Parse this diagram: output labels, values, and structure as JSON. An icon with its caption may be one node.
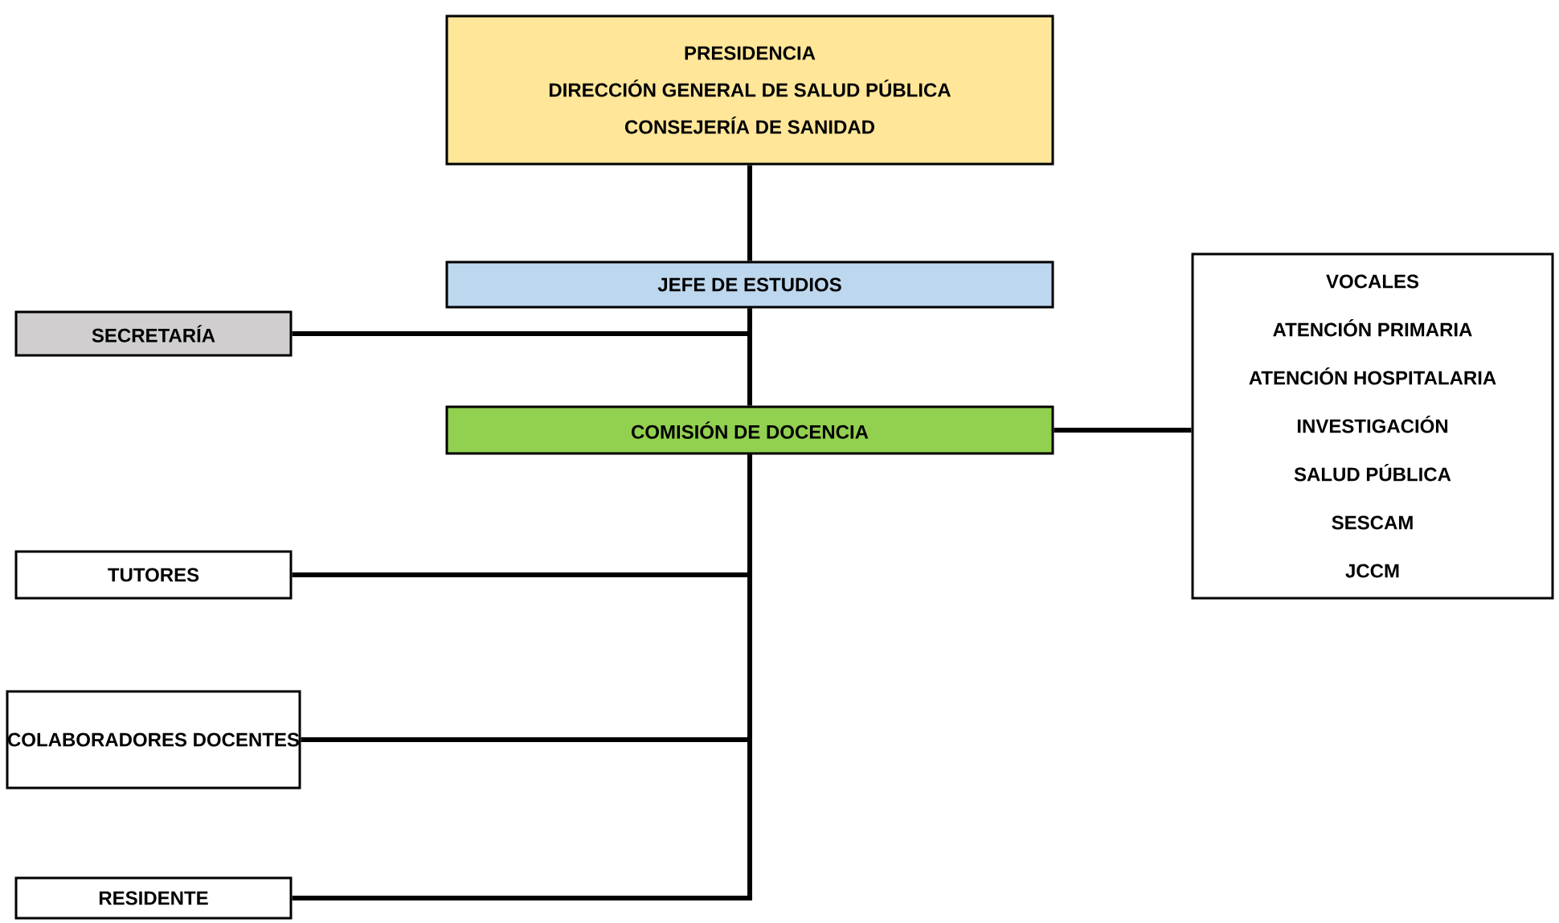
{
  "diagram": {
    "nodes": [
      {
        "text": [
          "PRESIDENCIA",
          "DIRECCIÓN GENERAL DE SALUD PÚBLICA",
          "CONSEJERÍA DE SANIDAD"
        ]
      },
      {
        "text": [
          "JEFE DE ESTUDIOS"
        ]
      },
      {
        "text": [
          "SECRETARÍA"
        ]
      },
      {
        "text": [
          "COMISIÓN DE DOCENCIA"
        ]
      },
      {
        "text": [
          "VOCALES",
          "ATENCIÓN PRIMARIA",
          "ATENCIÓN HOSPITALARIA",
          "INVESTIGACIÓN",
          "SALUD PÚBLICA",
          "SESCAM",
          "JCCM"
        ]
      },
      {
        "text": [
          "TUTORES"
        ]
      },
      {
        "text": [
          "COLABORADORES DOCENTES"
        ]
      },
      {
        "text": [
          "RESIDENTE"
        ]
      }
    ],
    "edges": [
      {
        "from": 0,
        "to": 1,
        "arrow": "none"
      },
      {
        "from": 1,
        "to": 3,
        "arrow": "none"
      },
      {
        "from": 1,
        "to": 2,
        "arrow": "none"
      },
      {
        "from": 3,
        "to": 4,
        "arrow": "none"
      },
      {
        "from": 3,
        "to": 5,
        "arrow": "none"
      },
      {
        "from": 3,
        "to": 6,
        "arrow": "none"
      },
      {
        "from": 3,
        "to": 7,
        "arrow": "none"
      }
    ]
  }
}
